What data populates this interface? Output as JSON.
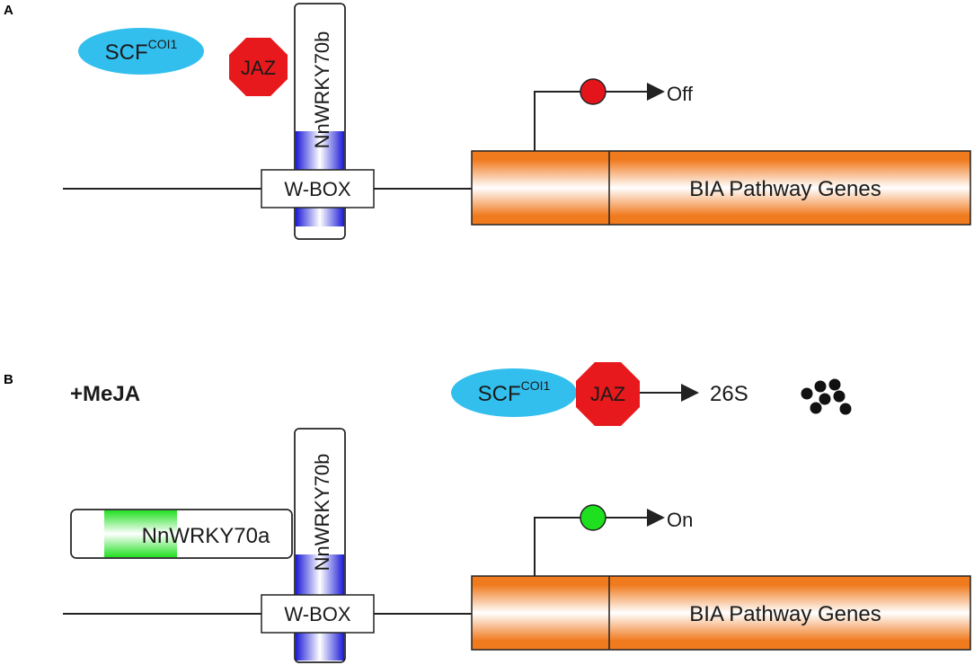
{
  "colors": {
    "scf": "#33bfee",
    "jaz": "#e8191c",
    "wrky_b": "#1a1ad6",
    "wrky_a": "#22e022",
    "gene": "#f07a1e",
    "off_dot": "#e4151a",
    "on_dot": "#1ee01e",
    "line": "#222222"
  },
  "panelA": {
    "letter": "A",
    "scf": {
      "base": "SCF",
      "sup": "COI1"
    },
    "jaz": "JAZ",
    "wrky70b": "NnWRKY70b",
    "wbox": "W-BOX",
    "gene": "BIA Pathway Genes",
    "state": "Off"
  },
  "panelB": {
    "letter": "B",
    "treatment": "+MeJA",
    "scf": {
      "base": "SCF",
      "sup": "COI1"
    },
    "jaz": "JAZ",
    "proteasome": "26S",
    "wrky70a": "NnWRKY70a",
    "wrky70b": "NnWRKY70b",
    "wbox": "W-BOX",
    "gene": "BIA Pathway Genes",
    "state": "On"
  }
}
